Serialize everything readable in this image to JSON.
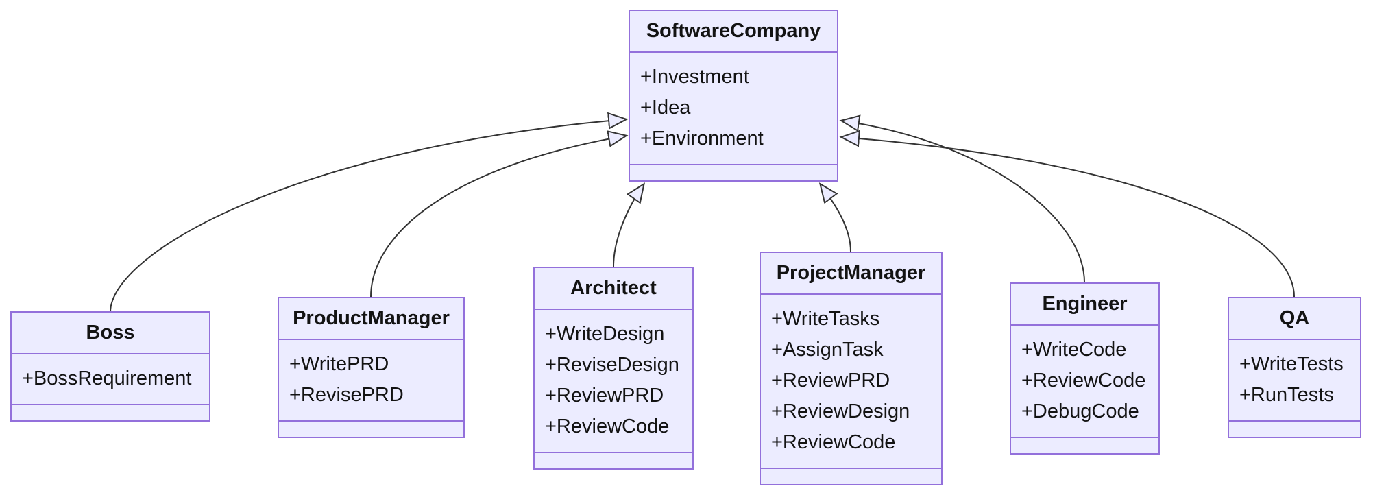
{
  "diagram": {
    "kind": "uml-class-diagram",
    "classes": [
      {
        "name": "SoftwareCompany",
        "title": "SoftwareCompany",
        "attributes": [
          "+Investment",
          "+Idea",
          "+Environment"
        ],
        "methods": []
      },
      {
        "name": "Boss",
        "title": "Boss",
        "attributes": [
          "+BossRequirement"
        ],
        "methods": []
      },
      {
        "name": "ProductManager",
        "title": "ProductManager",
        "attributes": [
          "+WritePRD",
          "+RevisePRD"
        ],
        "methods": []
      },
      {
        "name": "Architect",
        "title": "Architect",
        "attributes": [
          "+WriteDesign",
          "+ReviseDesign",
          "+ReviewPRD",
          "+ReviewCode"
        ],
        "methods": []
      },
      {
        "name": "ProjectManager",
        "title": "ProjectManager",
        "attributes": [
          "+WriteTasks",
          "+AssignTask",
          "+ReviewPRD",
          "+ReviewDesign",
          "+ReviewCode"
        ],
        "methods": []
      },
      {
        "name": "Engineer",
        "title": "Engineer",
        "attributes": [
          "+WriteCode",
          "+ReviewCode",
          "+DebugCode"
        ],
        "methods": []
      },
      {
        "name": "QA",
        "title": "QA",
        "attributes": [
          "+WriteTests",
          "+RunTests"
        ],
        "methods": []
      }
    ],
    "relations": [
      {
        "from": "Boss",
        "to": "SoftwareCompany",
        "type": "inheritance"
      },
      {
        "from": "ProductManager",
        "to": "SoftwareCompany",
        "type": "inheritance"
      },
      {
        "from": "Architect",
        "to": "SoftwareCompany",
        "type": "inheritance"
      },
      {
        "from": "ProjectManager",
        "to": "SoftwareCompany",
        "type": "inheritance"
      },
      {
        "from": "Engineer",
        "to": "SoftwareCompany",
        "type": "inheritance"
      },
      {
        "from": "QA",
        "to": "SoftwareCompany",
        "type": "inheritance"
      }
    ],
    "colors": {
      "node_fill": "#ECECFF",
      "node_border": "#9370DB",
      "edge_stroke": "#333333",
      "arrowhead_fill": "#ECECFF",
      "text": "#131313",
      "background": "#FFFFFF"
    }
  }
}
